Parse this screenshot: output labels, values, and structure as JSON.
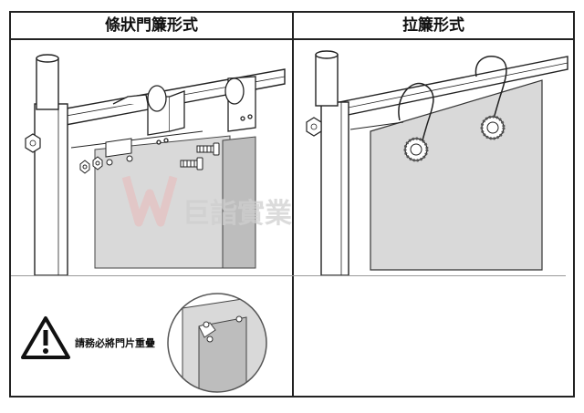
{
  "panels": {
    "left": {
      "title": "條狀門簾形式"
    },
    "right": {
      "title": "拉簾形式"
    }
  },
  "watermark": {
    "text": "巨詣實業"
  },
  "warning": {
    "text": "請務必將門片重疊"
  },
  "colors": {
    "line": "#222222",
    "curtain": "#d9d9d9",
    "curtain_dark": "#bdbdbd",
    "watermark_red": "#e9b8b8",
    "watermark_grey": "#d6d6d6"
  }
}
